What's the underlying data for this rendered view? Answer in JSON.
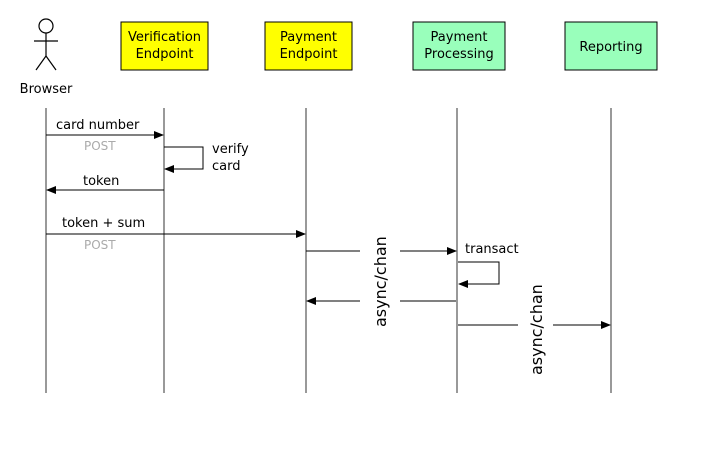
{
  "colors": {
    "yellow": "#ffff00",
    "green": "#99ffbb",
    "line": "#333333",
    "note": "#aaaaaa"
  },
  "actors": {
    "browser": {
      "label": "Browser",
      "icon": "stick-figure-icon"
    },
    "verification": {
      "label_1": "Verification",
      "label_2": "Endpoint"
    },
    "payment": {
      "label_1": "Payment",
      "label_2": "Endpoint"
    },
    "processing": {
      "label_1": "Payment",
      "label_2": "Processing"
    },
    "reporting": {
      "label_1": "Reporting"
    }
  },
  "messages": {
    "card_number": "card number",
    "post_1": "POST",
    "verify_1": "verify",
    "verify_2": "card",
    "token": "token",
    "token_sum": "token + sum",
    "post_2": "POST",
    "transact": "transact",
    "async_1": "async/chan",
    "async_2": "async/chan"
  }
}
